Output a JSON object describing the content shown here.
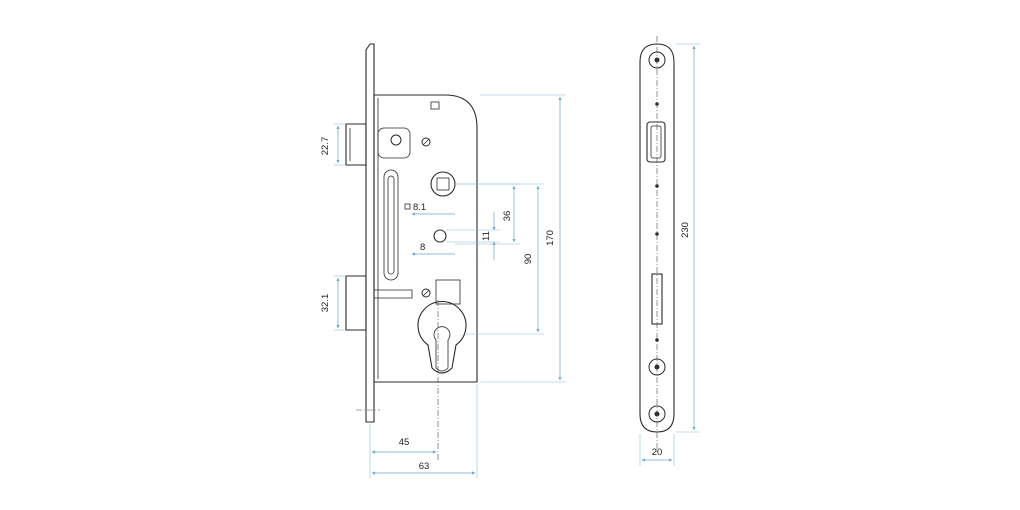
{
  "drawing": {
    "dimensions": {
      "backset_top": "22.7",
      "backset_bottom": "32.1",
      "spindle_square": "8.1",
      "follower_offset": "36",
      "pin_gap": "11",
      "pin_size": "8",
      "center_distance": "90",
      "case_height": "170",
      "backset": "45",
      "case_depth": "63",
      "faceplate_length": "230",
      "faceplate_width": "20"
    }
  }
}
